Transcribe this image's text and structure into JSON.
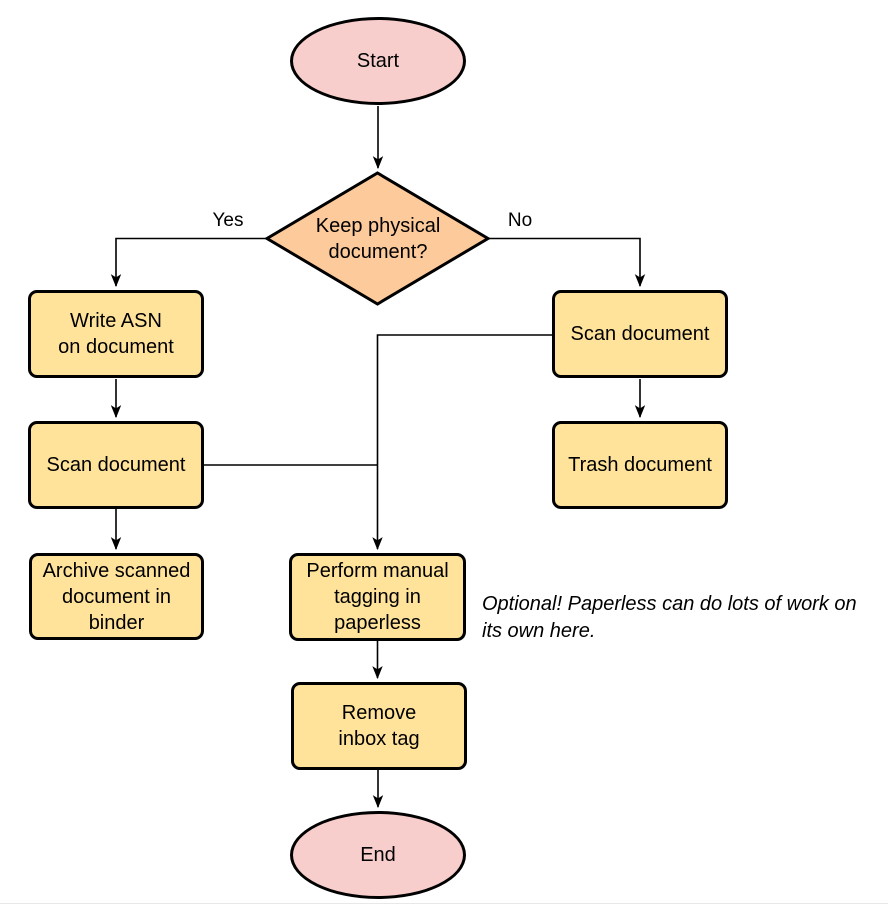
{
  "diagram": {
    "type": "flowchart",
    "nodes": {
      "start": {
        "shape": "terminator",
        "label": "Start"
      },
      "decision": {
        "shape": "diamond",
        "label": "Keep physical\ndocument?"
      },
      "write_asn": {
        "shape": "process",
        "label": "Write ASN\non document"
      },
      "scan_left": {
        "shape": "process",
        "label": "Scan document"
      },
      "archive": {
        "shape": "process",
        "label": "Archive scanned\ndocument in\nbinder"
      },
      "scan_right": {
        "shape": "process",
        "label": "Scan document"
      },
      "trash": {
        "shape": "process",
        "label": "Trash document"
      },
      "tagging": {
        "shape": "process",
        "label": "Perform manual\ntagging in\npaperless"
      },
      "remove": {
        "shape": "process",
        "label": "Remove\ninbox tag"
      },
      "end": {
        "shape": "terminator",
        "label": "End"
      }
    },
    "edge_labels": {
      "yes": "Yes",
      "no": "No"
    },
    "edges": [
      {
        "from": "start",
        "to": "decision",
        "label": ""
      },
      {
        "from": "decision",
        "to": "write_asn",
        "label": "Yes"
      },
      {
        "from": "decision",
        "to": "scan_right",
        "label": "No"
      },
      {
        "from": "write_asn",
        "to": "scan_left",
        "label": ""
      },
      {
        "from": "scan_left",
        "to": "archive",
        "label": ""
      },
      {
        "from": "scan_left",
        "to": "tagging",
        "label": ""
      },
      {
        "from": "scan_right",
        "to": "trash",
        "label": ""
      },
      {
        "from": "scan_right",
        "to": "tagging",
        "label": ""
      },
      {
        "from": "tagging",
        "to": "remove",
        "label": ""
      },
      {
        "from": "remove",
        "to": "end",
        "label": ""
      }
    ],
    "annotation": "Optional! Paperless can do lots of work on\nits own here.",
    "colors": {
      "terminator_fill": "#f8cecc",
      "decision_fill": "#fdca9b",
      "process_fill": "#ffe39b",
      "stroke": "#000000",
      "line": "#000000"
    }
  }
}
